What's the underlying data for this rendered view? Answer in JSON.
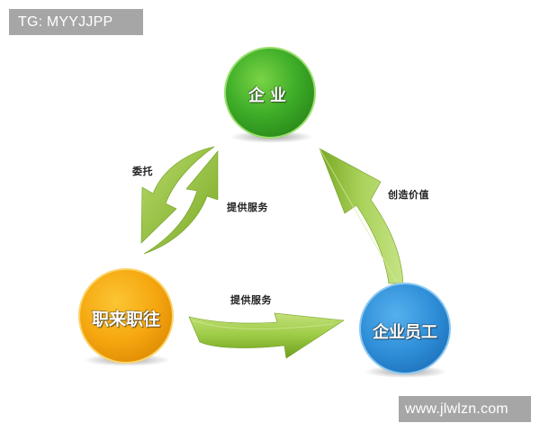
{
  "watermarks": {
    "top_left": "TG: MYYJJPP",
    "bottom_right": "www.jlwlzn.com"
  },
  "nodes": {
    "enterprise": {
      "label": "企业",
      "color": "#3fae29",
      "icon": "green-sphere"
    },
    "platform": {
      "label": "职来职往",
      "color": "#f5a70f",
      "icon": "orange-sphere"
    },
    "employee": {
      "label": "企业员工",
      "color": "#2f8fd8",
      "icon": "blue-sphere"
    }
  },
  "edges": {
    "entrust": {
      "label": "委托",
      "from": "enterprise",
      "to": "platform"
    },
    "service_to_enterprise": {
      "label": "提供服务",
      "from": "platform",
      "to": "enterprise"
    },
    "service_to_employee": {
      "label": "提供服务",
      "from": "platform",
      "to": "employee"
    },
    "create_value": {
      "label": "创造价值",
      "from": "employee",
      "to": "enterprise"
    }
  },
  "colors": {
    "arrow_light": "#a9d25a",
    "arrow_dark": "#6f9e1f",
    "background": "#ffffff"
  }
}
